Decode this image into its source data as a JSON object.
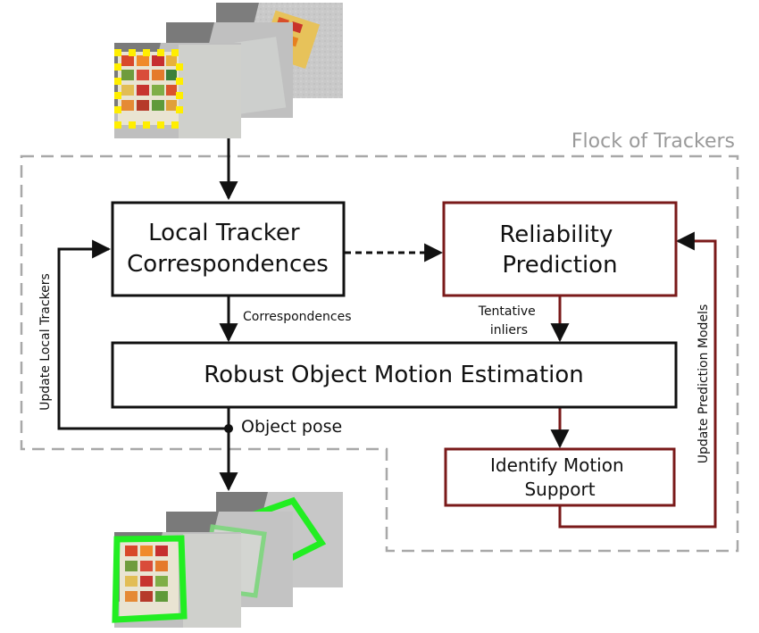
{
  "group": {
    "title": "Flock of Trackers"
  },
  "boxes": {
    "local_tracker": [
      "Local Tracker",
      "Correspondences"
    ],
    "reliability": [
      "Reliability",
      "Prediction"
    ],
    "robust_motion": "Robust Object Motion Estimation",
    "identify_support": [
      "Identify Motion",
      "Support"
    ]
  },
  "edge_labels": {
    "correspondences": "Correspondences",
    "tentative_inliers": [
      "Tentative",
      "inliers"
    ],
    "object_pose": "Object pose",
    "update_local_trackers": "Update Local Trackers",
    "update_prediction_models": "Update Prediction Models"
  },
  "colors": {
    "black_box": "#111111",
    "red_box": "#7a1a1a",
    "dashed_group": "#a8a8a8",
    "tracker_points": "#ffee00",
    "pose_frame": "#22ee22"
  }
}
